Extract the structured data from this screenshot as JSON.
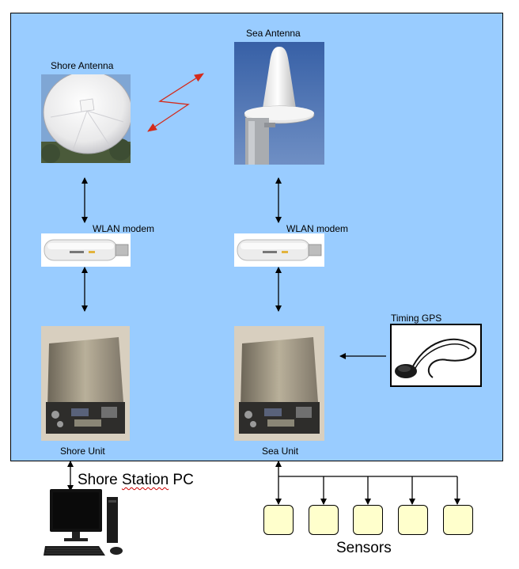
{
  "labels": {
    "shore_antenna": "Shore Antenna",
    "sea_antenna": "Sea Antenna",
    "wlan_modem_left": "WLAN modem",
    "wlan_modem_right": "WLAN modem",
    "timing_gps": "Timing GPS",
    "shore_unit": "Shore Unit",
    "sea_unit": "Sea Unit",
    "shore_station_pc_prefix": "Shore ",
    "shore_station_pc_word": "Station",
    "shore_station_pc_suffix": " PC",
    "sensors": "Sensors"
  },
  "colors": {
    "panel_background": "#99ccff",
    "radio_link": "#d42a1a",
    "sensor_fill": "#ffffcc"
  },
  "icons": {
    "shore_antenna": "dish-antenna-icon",
    "sea_antenna": "omni-antenna-icon",
    "wlan_modem": "wlan-modem-icon",
    "electronics_unit": "enclosure-box-icon",
    "gps": "gps-puck-icon",
    "pc": "desktop-computer-icon"
  }
}
